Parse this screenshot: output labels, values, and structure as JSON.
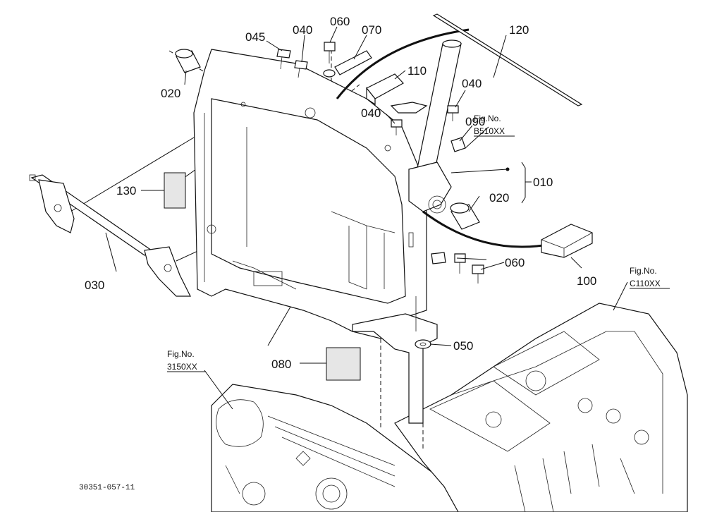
{
  "labels": {
    "p045": "045",
    "p040a": "040",
    "p060a": "060",
    "p070": "070",
    "p120": "120",
    "p110": "110",
    "p040b": "040",
    "p040c": "040",
    "p090": "090",
    "p020a": "020",
    "p010": "010",
    "p020b": "020",
    "p130": "130",
    "p030": "030",
    "p060b": "060",
    "p100": "100",
    "p050": "050",
    "p080": "080"
  },
  "figure_refs": {
    "b510_title": "Fig.No.",
    "b510_code": "B510XX",
    "c110_title": "Fig.No.",
    "c110_code": "C110XX",
    "s3150_title": "Fig.No.",
    "s3150_code": "3150XX"
  },
  "drawing_code": "30351-057-11"
}
